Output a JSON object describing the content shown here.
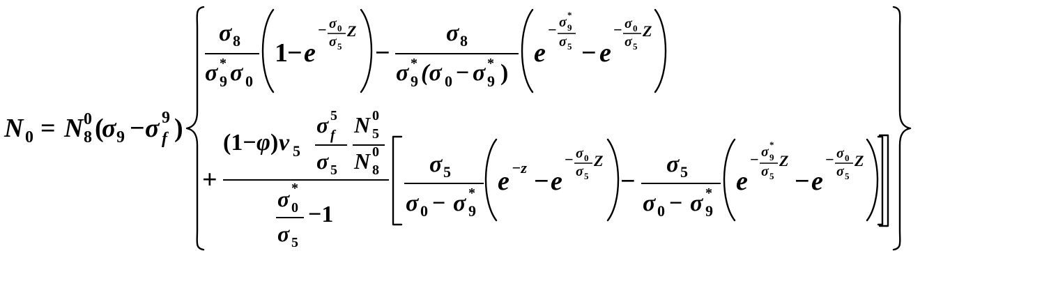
{
  "equation": {
    "lhs": {
      "main": "N",
      "sub": "0",
      "eq": "="
    },
    "prefactor": {
      "N": "N",
      "N_sub": "8",
      "N_sup": "0",
      "open": "(",
      "sigma": "σ",
      "sigma_sub": "9",
      "minus": "−",
      "sigma_f": "σ",
      "f_sub": "f",
      "f_sup": "9",
      "close": ")"
    },
    "line1": {
      "frac1_num": "σ",
      "frac1_num_sub": "8",
      "frac1_den_a": "σ",
      "frac1_den_a_sub": "9",
      "frac1_den_a_sup": "*",
      "frac1_den_b": "σ",
      "frac1_den_b_sub": "0",
      "paren1_one": "1",
      "paren1_minus": "−",
      "paren1_e": "e",
      "exp_minus": "−",
      "exp_num": "σ",
      "exp_num_sub": "0",
      "exp_den": "σ",
      "exp_den_sub": "5",
      "exp_Z": "Z",
      "between_minus": "−",
      "frac2_num": "σ",
      "frac2_num_sub": "8",
      "frac2_den": "σ",
      "frac2_den_sub": "9",
      "frac2_den_sup": "*",
      "frac2_den_paren": "(σ",
      "frac2_den_paren_sub": "0",
      "frac2_den_minus": "−",
      "frac2_den_sigma": "σ",
      "frac2_den_sigma_sub": "9",
      "frac2_den_sigma_sup": "*",
      "frac2_den_close": ")",
      "paren2_e1": "e",
      "paren2_e1_exp_num": "σ",
      "paren2_e1_exp_num_sub": "9",
      "paren2_e1_exp_num_sup": "*",
      "paren2_e1_exp_den": "σ",
      "paren2_e1_exp_den_sub": "5",
      "paren2_minus": "−",
      "paren2_e2": "e",
      "paren2_e2_exp_num": "σ",
      "paren2_e2_exp_num_sub": "0",
      "paren2_e2_exp_den": "σ",
      "paren2_e2_exp_den_sub": "5",
      "paren2_e2_Z": "Z"
    },
    "line2": {
      "plus": "+",
      "coef_a": "(1−",
      "phi": "φ",
      "coef_b": ")",
      "nu": "ν",
      "nu_sub": "5",
      "sf_num": "σ",
      "sf_num_sub": "f",
      "sf_num_sup": "5",
      "sf_den": "σ",
      "sf_den_sub": "5",
      "n_num": "N",
      "n_num_sub": "5",
      "n_num_sup": "0",
      "n_den": "N",
      "n_den_sub": "8",
      "n_den_sup": "0",
      "den_num": "σ",
      "den_num_sub": "0",
      "den_num_sup": "*",
      "den_den": "σ",
      "den_den_sub": "5",
      "den_minus1": "−1",
      "f3_num": "σ",
      "f3_num_sub": "5",
      "f3_den_a": "σ",
      "f3_den_a_sub": "0",
      "f3_den_minus": "−",
      "f3_den_b": "σ",
      "f3_den_b_sub": "9",
      "f3_den_b_sup": "*",
      "p3_e1": "e",
      "p3_e1_exp": "−z",
      "p3_minus": "−",
      "p3_e2": "e",
      "p3_e2_exp_num": "σ",
      "p3_e2_exp_num_sub": "0",
      "p3_e2_exp_den": "σ",
      "p3_e2_exp_den_sub": "5",
      "p3_e2_Z": "Z",
      "between_minus": "−",
      "f4_num": "σ",
      "f4_num_sub": "5",
      "f4_den_a": "σ",
      "f4_den_a_sub": "0",
      "f4_den_minus": "−",
      "f4_den_b": "σ",
      "f4_den_b_sub": "9",
      "f4_den_b_sup": "*",
      "p4_e1": "e",
      "p4_e1_exp_num": "σ",
      "p4_e1_exp_num_sub": "9",
      "p4_e1_exp_num_sup": "*",
      "p4_e1_exp_den": "σ",
      "p4_e1_exp_den_sub": "5",
      "p4_e1_Z": "Z",
      "p4_minus": "−",
      "p4_e2": "e",
      "p4_e2_exp_num": "σ",
      "p4_e2_exp_num_sub": "0",
      "p4_e2_exp_den": "σ",
      "p4_e2_exp_den_sub": "5",
      "p4_e2_Z": "Z"
    }
  }
}
